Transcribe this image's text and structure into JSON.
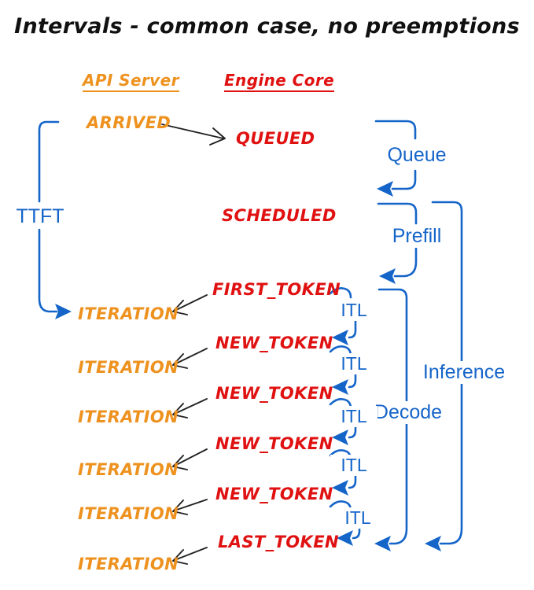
{
  "title": "Intervals - common case, no preemptions",
  "colors": {
    "orange": "#EE921F",
    "red": "#E01111",
    "blue": "#1565C9",
    "ink": "#1b1b1b",
    "bg": "#ffffff"
  },
  "columns": {
    "api_server": "API Server",
    "engine_core": "Engine Core"
  },
  "api": {
    "arrived": "ARRIVED",
    "iterations": [
      "ITERATION",
      "ITERATION",
      "ITERATION",
      "ITERATION",
      "ITERATION",
      "ITERATION"
    ]
  },
  "engine": {
    "queued": "QUEUED",
    "scheduled": "SCHEDULED",
    "first_token": "FIRST_TOKEN",
    "new_tokens": [
      "NEW_TOKEN",
      "NEW_TOKEN",
      "NEW_TOKEN",
      "NEW_TOKEN"
    ],
    "last_token": "LAST_TOKEN"
  },
  "intervals": {
    "ttft": "TTFT",
    "queue": "Queue",
    "prefill": "Prefill",
    "decode": "Decode",
    "inference": "Inference",
    "itl": [
      "ITL",
      "ITL",
      "ITL",
      "ITL",
      "ITL"
    ]
  }
}
